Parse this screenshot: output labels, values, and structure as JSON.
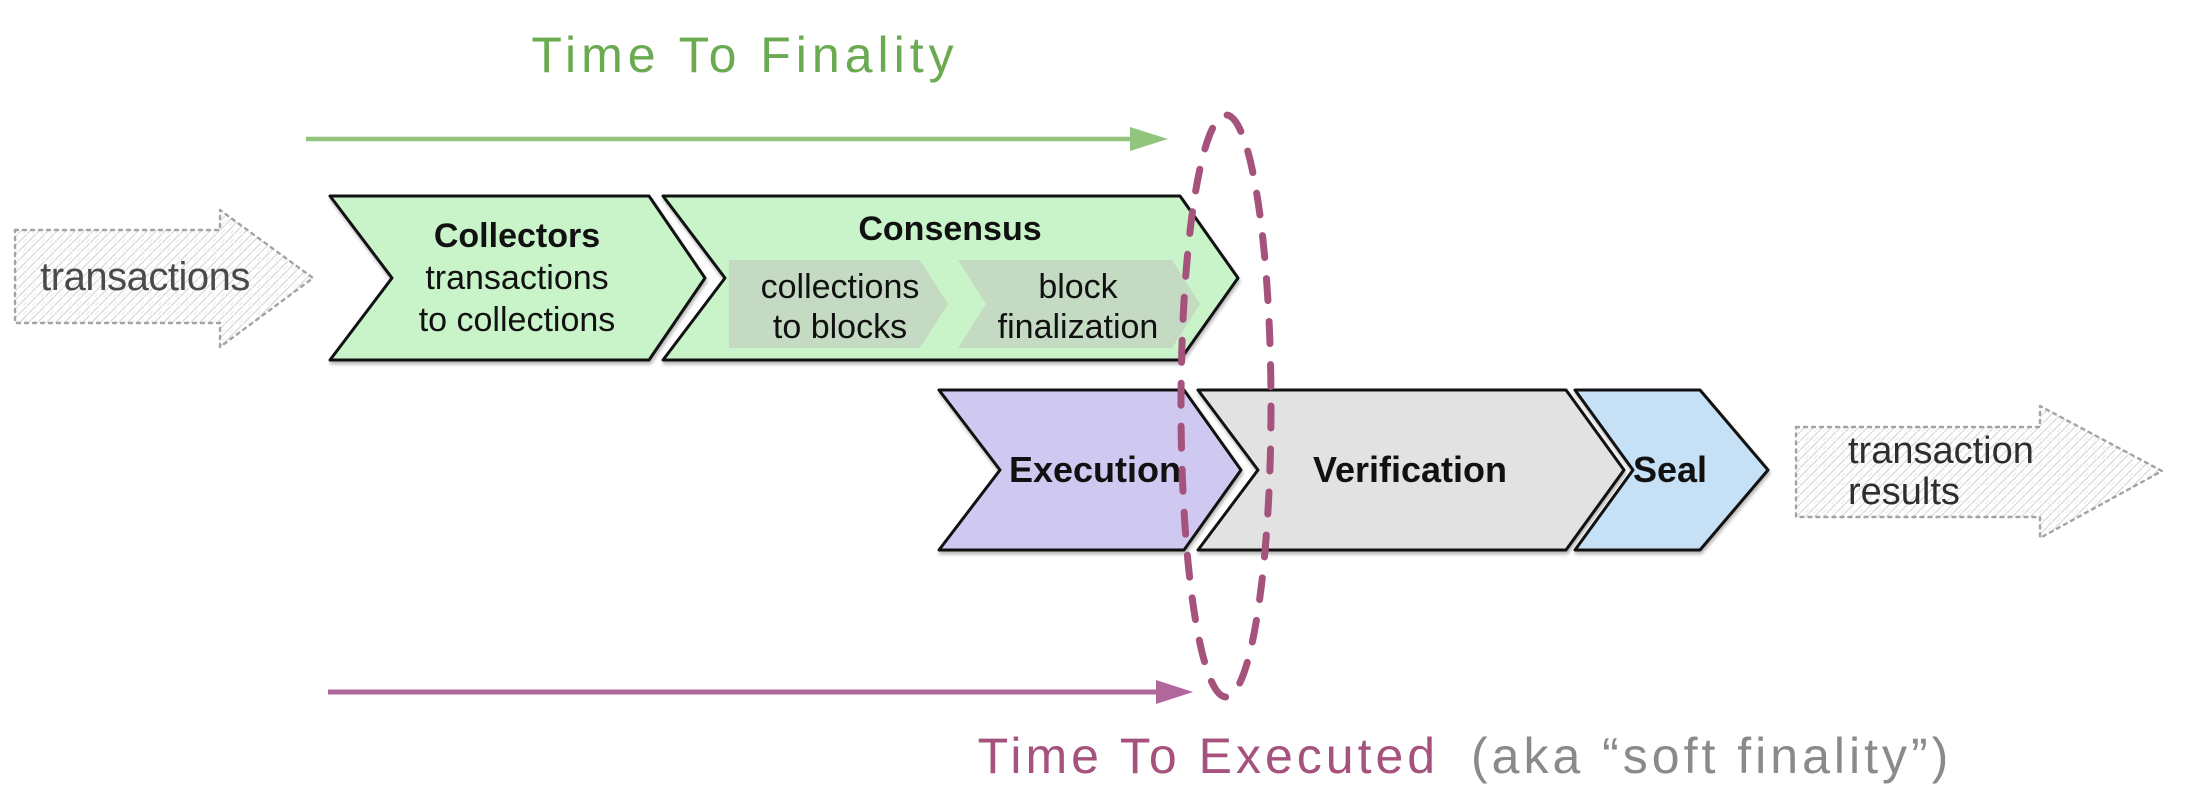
{
  "header": {
    "finality_title": "Time To Finality"
  },
  "footer": {
    "executed_title": "Time To Executed",
    "executed_suffix": "(aka “soft finality”)"
  },
  "input_arrow": {
    "label": "transactions"
  },
  "output_arrow": {
    "line1": "transaction",
    "line2": "results"
  },
  "stages": {
    "collectors": {
      "title": "Collectors",
      "line1": "transactions",
      "line2": "to collections"
    },
    "consensus": {
      "title": "Consensus",
      "substages": [
        {
          "line1": "collections",
          "line2": "to blocks"
        },
        {
          "line1": "block",
          "line2": "finalization"
        }
      ]
    },
    "execution": {
      "title": "Execution"
    },
    "verification": {
      "title": "Verification"
    },
    "seal": {
      "title": "Seal"
    }
  },
  "colors": {
    "finality_green": "#6aaa50",
    "arrow_green": "#93c47d",
    "stage_green": "#c9f3c9",
    "consensus_sub_green": "#c4dac2",
    "execution_purple": "#cfc9f1",
    "verification_gray": "#e3e2e3",
    "seal_blue": "#c6e0f6",
    "executed_magenta": "#a5527d",
    "arrow_magenta": "#b0679b",
    "suffix_gray": "#8a8a8a",
    "sketch_gray": "#a3a3a3",
    "outline_black": "#111111"
  }
}
